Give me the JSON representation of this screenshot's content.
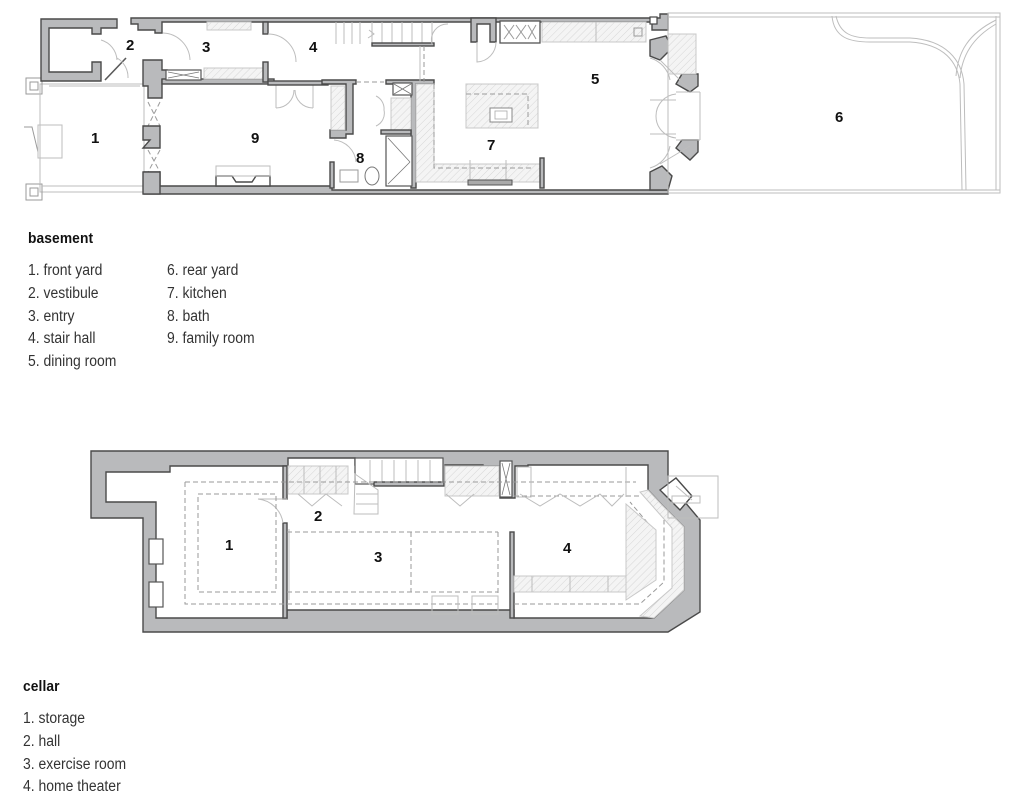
{
  "basement": {
    "title": "basement",
    "plan_labels": {
      "r1": "1",
      "r2": "2",
      "r3": "3",
      "r4": "4",
      "r5": "5",
      "r6": "6",
      "r7": "7",
      "r8": "8",
      "r9": "9"
    },
    "legend_left": [
      "1. front yard",
      "2. vestibule",
      "3. entry",
      "4. stair hall",
      "5. dining room"
    ],
    "legend_right": [
      "6. rear yard",
      "7. kitchen",
      "8. bath",
      "9. family room"
    ]
  },
  "cellar": {
    "title": "cellar",
    "plan_labels": {
      "r1": "1",
      "r2": "2",
      "r3": "3",
      "r4": "4"
    },
    "legend": [
      "1. storage",
      "2. hall",
      "3. exercise room",
      "4. home theater"
    ]
  },
  "colors": {
    "wall_fill": "#b9babc",
    "wall_stroke": "#4a4a4a",
    "fixture_line": "#bdbdbd",
    "text": "#222222"
  }
}
